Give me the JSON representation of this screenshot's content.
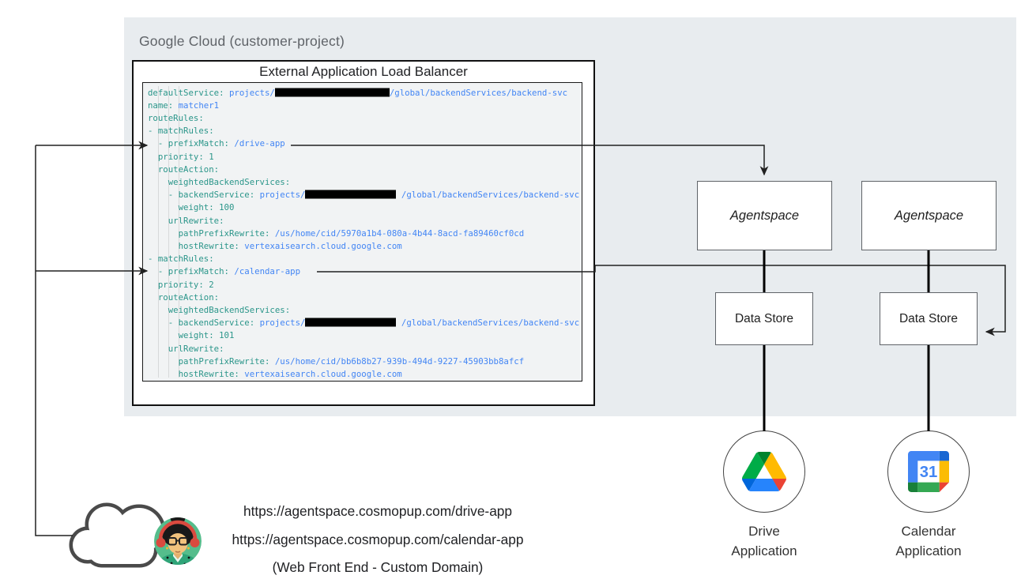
{
  "gcp_panel": {
    "label": "Google Cloud (customer-project)",
    "bg_color": "#e8ecef",
    "label_color": "#5f6368"
  },
  "load_balancer": {
    "title": "External Application Load Balancer"
  },
  "code": {
    "bg_color": "#f1f3f4",
    "key_color": "#2b968a",
    "value_color": "#4285f4",
    "redaction_color": "#000000",
    "lines": [
      [
        [
          "k",
          "defaultService: "
        ],
        [
          "v",
          "projects/"
        ],
        [
          "r",
          145
        ],
        [
          "v",
          "/global/backendServices/backend-svc"
        ]
      ],
      [
        [
          "k",
          "name: "
        ],
        [
          "v",
          "matcher1"
        ]
      ],
      [
        [
          "k",
          "routeRules:"
        ]
      ],
      [
        [
          "k",
          "- matchRules:"
        ]
      ],
      [
        [
          "k",
          "  - prefixMatch: "
        ],
        [
          "v",
          "/drive-app"
        ]
      ],
      [
        [
          "k",
          "  priority: 1"
        ]
      ],
      [
        [
          "k",
          "  routeAction:"
        ]
      ],
      [
        [
          "k",
          "    weightedBackendServices:"
        ]
      ],
      [
        [
          "k",
          "    - backendService: "
        ],
        [
          "v",
          "projects/"
        ],
        [
          "r",
          115
        ],
        [
          "v",
          " /global/backendServices/backend-svc"
        ]
      ],
      [
        [
          "k",
          "      weight: 100"
        ]
      ],
      [
        [
          "k",
          "    urlRewrite:"
        ]
      ],
      [
        [
          "k",
          "      pathPrefixRewrite: "
        ],
        [
          "v",
          "/us/home/cid/5970a1b4-080a-4b44-8acd-fa89460cf0cd"
        ]
      ],
      [
        [
          "k",
          "      hostRewrite: "
        ],
        [
          "v",
          "vertexaisearch.cloud.google.com"
        ]
      ],
      [
        [
          "k",
          "- matchRules:"
        ]
      ],
      [
        [
          "k",
          "  - prefixMatch: "
        ],
        [
          "v",
          "/calendar-app"
        ]
      ],
      [
        [
          "k",
          "  priority: 2"
        ]
      ],
      [
        [
          "k",
          "  routeAction:"
        ]
      ],
      [
        [
          "k",
          "    weightedBackendServices:"
        ]
      ],
      [
        [
          "k",
          "    - backendService: "
        ],
        [
          "v",
          "projects/"
        ],
        [
          "r",
          115
        ],
        [
          "v",
          " /global/backendServices/backend-svc"
        ]
      ],
      [
        [
          "k",
          "      weight: 101"
        ]
      ],
      [
        [
          "k",
          "    urlRewrite:"
        ]
      ],
      [
        [
          "k",
          "      pathPrefixRewrite: "
        ],
        [
          "v",
          "/us/home/cid/bb6b8b27-939b-494d-9227-45903bb8afcf"
        ]
      ],
      [
        [
          "k",
          "      hostRewrite: "
        ],
        [
          "v",
          "vertexaisearch.cloud.google.com"
        ]
      ]
    ]
  },
  "agentspace_boxes": [
    {
      "label": "Agentspace"
    },
    {
      "label": "Agentspace"
    }
  ],
  "data_store_boxes": [
    {
      "label": "Data Store"
    },
    {
      "label": "Data Store"
    }
  ],
  "apps": [
    {
      "label": "Drive\nApplication",
      "icon": "google-drive-icon"
    },
    {
      "label": "Calendar\nApplication",
      "icon": "google-calendar-icon"
    }
  ],
  "frontend": {
    "urls": [
      "https://agentspace.cosmopup.com/drive-app",
      "https://agentspace.cosmopup.com/calendar-app"
    ],
    "caption": "(Web Front End - Custom Domain)",
    "icons": [
      "cloud-icon",
      "user-avatar"
    ]
  },
  "brand_colors": {
    "drive_blue": "#0066da",
    "drive_green": "#00ac47",
    "drive_dark_green": "#00832d",
    "drive_light_blue": "#2684fc",
    "drive_yellow": "#ffba00",
    "drive_red": "#ea4335",
    "calendar_blue": "#4285f4",
    "calendar_dark_blue": "#1967d2",
    "calendar_yellow": "#fbbc04",
    "calendar_green": "#34a853",
    "calendar_dark_green": "#188038",
    "calendar_red": "#ea4335"
  }
}
